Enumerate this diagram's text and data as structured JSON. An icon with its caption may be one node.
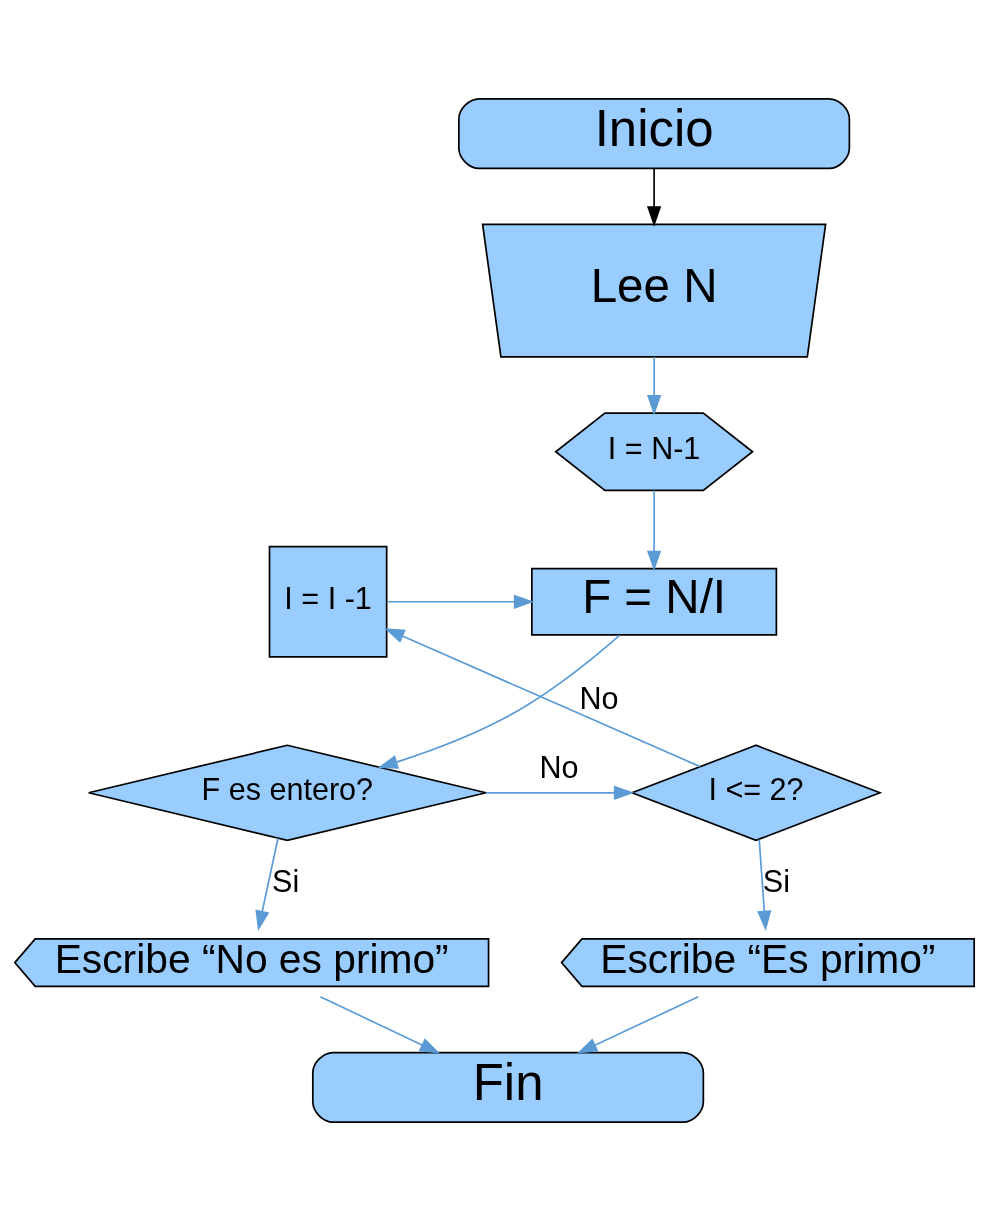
{
  "diagram": {
    "nodes": [
      {
        "text": [
          "Inicio"
        ]
      },
      {
        "text": [
          "Lee N"
        ]
      },
      {
        "text": [
          "I = N-1"
        ]
      },
      {
        "text": [
          "F = N/I"
        ]
      },
      {
        "text": [
          "F es entero?"
        ]
      },
      {
        "text": [
          "I <= 2?"
        ]
      },
      {
        "text": [
          "I = I -1"
        ]
      },
      {
        "text": [
          "Escribe “No es primo”"
        ]
      },
      {
        "text": [
          "Escribe “Es primo”"
        ]
      },
      {
        "text": [
          "Fin"
        ]
      }
    ],
    "edges": [
      {
        "from": 0,
        "to": 1,
        "arrow": "to",
        "color": "#000000"
      },
      {
        "from": 1,
        "to": 2,
        "arrow": "to"
      },
      {
        "from": 2,
        "to": 3,
        "arrow": "to"
      },
      {
        "from": 3,
        "to": 4,
        "arrow": "to"
      },
      {
        "from": 4,
        "to": 5,
        "arrow": "to",
        "label": "No"
      },
      {
        "from": 5,
        "to": 6,
        "arrow": "to",
        "label": "No"
      },
      {
        "from": 6,
        "to": 3,
        "arrow": "to"
      },
      {
        "from": 4,
        "to": 7,
        "arrow": "to",
        "label": "Si"
      },
      {
        "from": 5,
        "to": 8,
        "arrow": "to",
        "label": "Si"
      },
      {
        "from": 7,
        "to": 9,
        "arrow": "to"
      },
      {
        "from": 8,
        "to": 9,
        "arrow": "to"
      }
    ]
  }
}
